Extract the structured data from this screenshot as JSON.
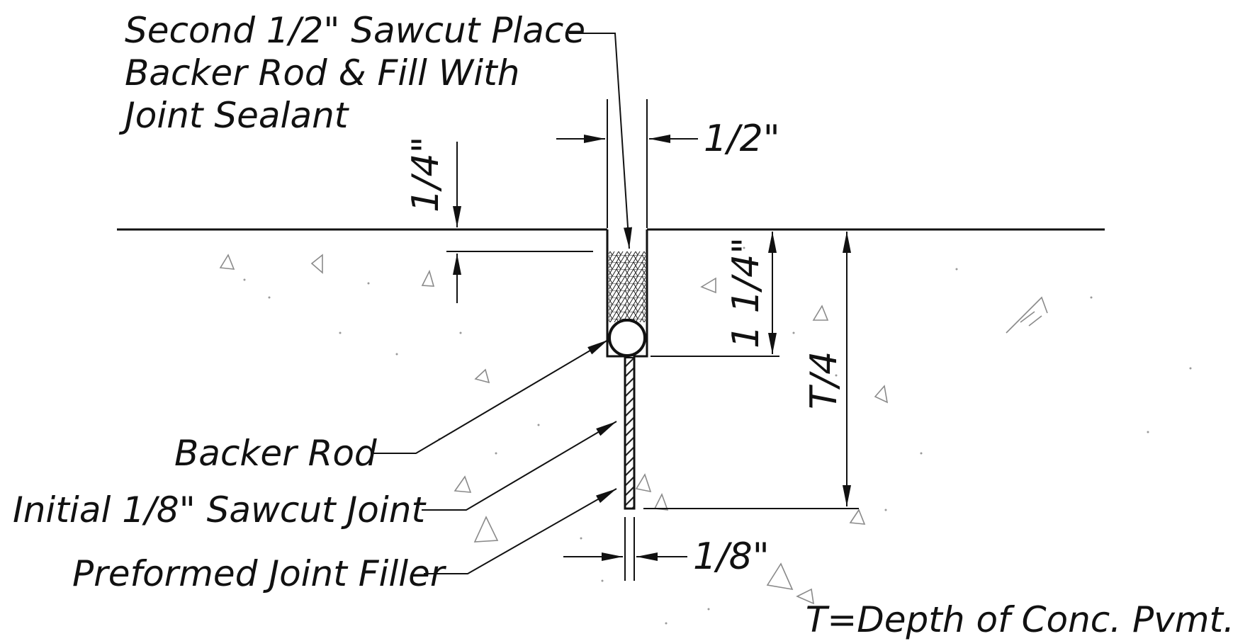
{
  "labels": {
    "second_sawcut": [
      "Second 1/2\" Sawcut Place",
      "Backer Rod & Fill With",
      "Joint Sealant"
    ],
    "backer_rod": "Backer Rod",
    "initial_sawcut": "Initial 1/8\" Sawcut Joint",
    "joint_filler": "Preformed Joint Filler",
    "note": "T=Depth of Conc. Pvmt."
  },
  "dimensions": {
    "top_width": "1/2\"",
    "sealant_recess": "1/4\"",
    "sealant_depth": "1 1/4\"",
    "joint_depth": "T/4",
    "bottom_width": "1/8\""
  }
}
